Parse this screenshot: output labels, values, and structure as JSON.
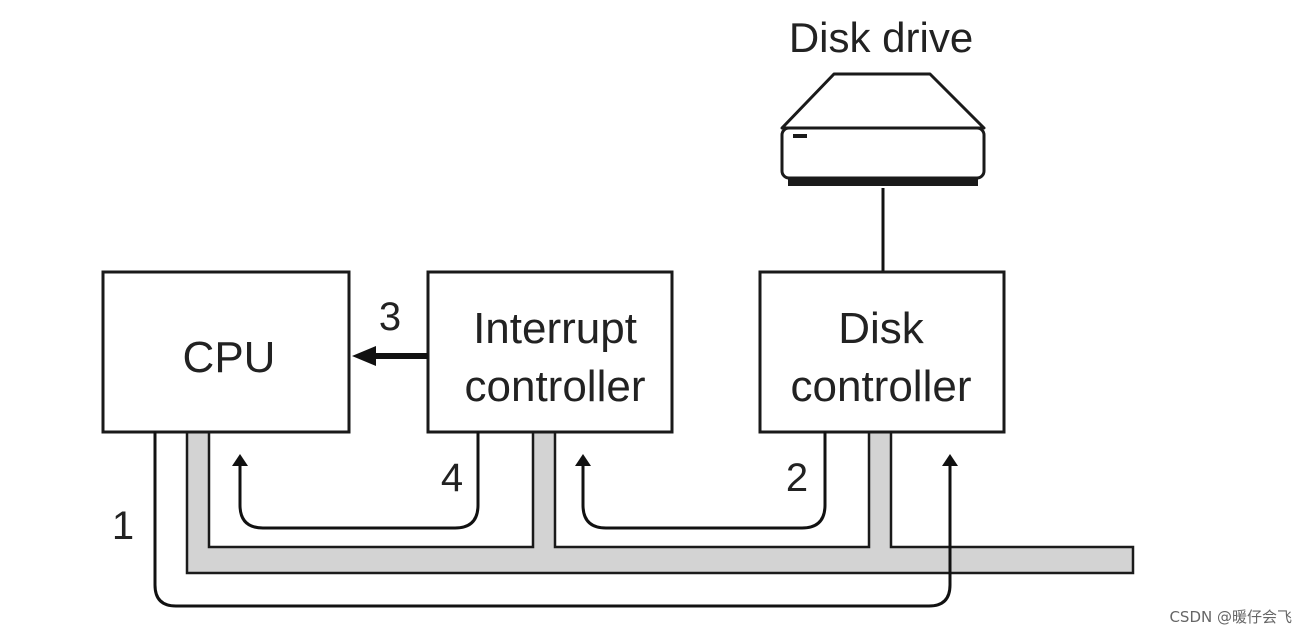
{
  "labels": {
    "disk_drive": "Disk drive",
    "cpu": "CPU",
    "interrupt_controller_line1": "Interrupt",
    "interrupt_controller_line2": "controller",
    "disk_controller_line1": "Disk",
    "disk_controller_line2": "controller"
  },
  "steps": {
    "step1": "1",
    "step2": "2",
    "step3": "3",
    "step4": "4"
  },
  "watermark": "CSDN @暖仔会飞",
  "colors": {
    "bus_fill": "#d3d3d3",
    "stroke": "#111111",
    "text": "#222222"
  }
}
